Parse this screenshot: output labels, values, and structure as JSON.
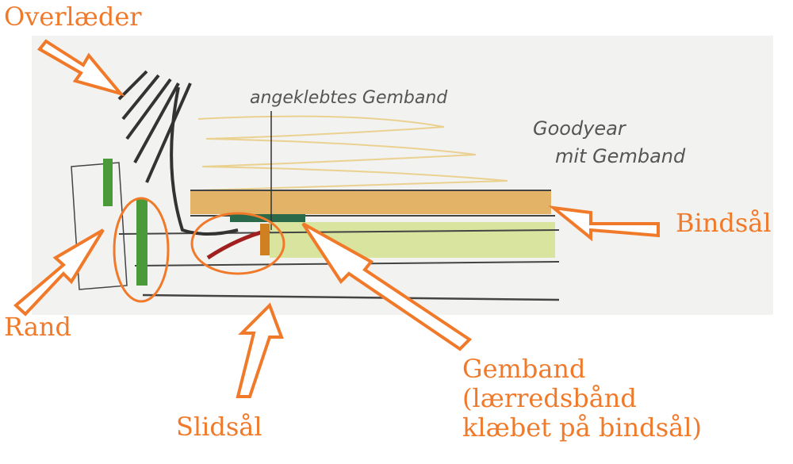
{
  "labels": {
    "overlaeder": "Overlæder",
    "rand": "Rand",
    "slidsaal": "Slidsål",
    "bindsaal": "Bindsål",
    "gemband_lines": [
      "Gemband",
      "(lærredsbånd",
      "klæbet på bindsål)"
    ]
  },
  "handwriting": {
    "top_note": "angeklebtes Gemband",
    "title_line1": "Goodyear",
    "title_line2": "mit Gemband"
  },
  "colors": {
    "label": "#f07a2a",
    "sole_tan": "#d89a40",
    "green": "#4a9a3a",
    "paper": "#f2f2f0"
  }
}
